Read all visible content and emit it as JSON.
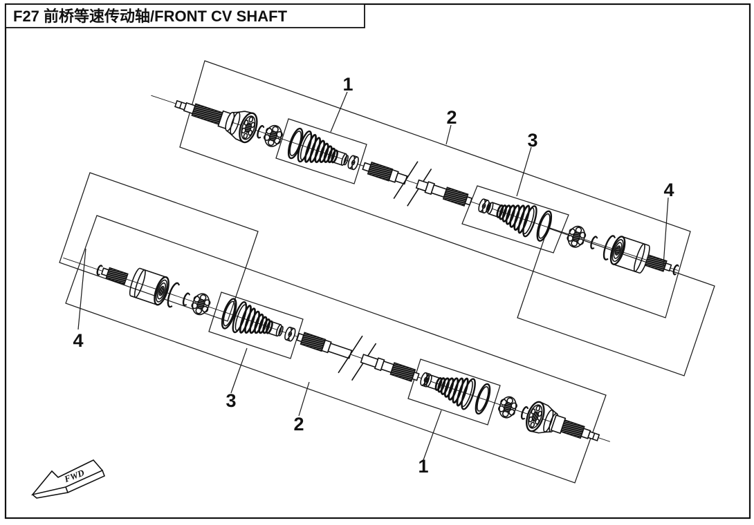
{
  "page": {
    "title": "F27  前桥等速传动轴/FRONT CV SHAFT"
  },
  "callouts": {
    "upper": {
      "outer_boot_kit": "1",
      "shaft": "2",
      "inner_boot_kit": "3",
      "circlip": "4"
    },
    "lower": {
      "outer_boot_kit": "1",
      "shaft": "2",
      "inner_boot_kit": "3",
      "circlip": "4"
    }
  },
  "direction_arrow": {
    "label": "FWD"
  },
  "colors": {
    "ink": "#111111",
    "paper": "#ffffff"
  }
}
